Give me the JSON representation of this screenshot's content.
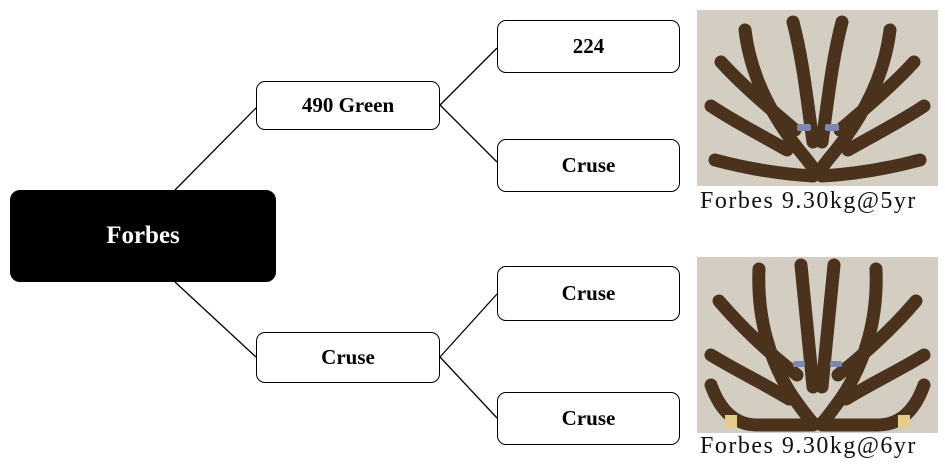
{
  "tree": {
    "root": {
      "label": "Forbes"
    },
    "upper": {
      "label": "490 Green",
      "children": [
        {
          "label": "224"
        },
        {
          "label": "Cruse"
        }
      ]
    },
    "lower": {
      "label": "Cruse",
      "children": [
        {
          "label": "Cruse"
        },
        {
          "label": "Cruse"
        }
      ]
    }
  },
  "photos": [
    {
      "caption": "Forbes 9.30kg@5yr"
    },
    {
      "caption": "Forbes 9.30kg@6yr"
    }
  ],
  "colors": {
    "node_border": "#000000",
    "root_fill": "#000000",
    "root_text": "#ffffff",
    "antler": "#4b321c",
    "photo_background": "#d4cec2"
  }
}
